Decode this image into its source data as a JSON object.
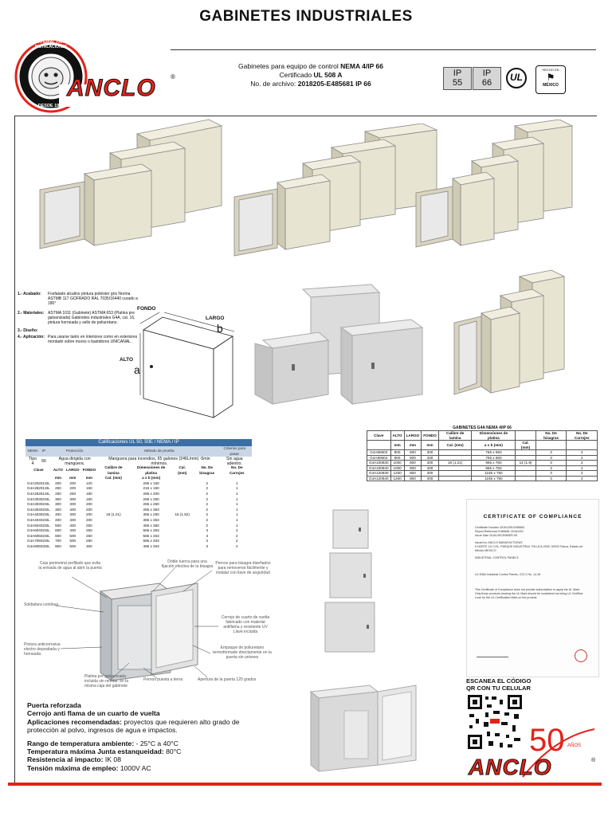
{
  "title": "GABINETES INDUSTRIALES",
  "logo": {
    "ring_top": "MATERIAL PARA INSTALACIONES",
    "ring_bottom": "DESDE 1970",
    "brand": "ANCLO",
    "reg": "®"
  },
  "header": {
    "line1_a": "Gabinetes para equipo de control ",
    "line1_b": "NEMA 4/IP 66",
    "line2_a": "Certificado ",
    "line2_b": "UL 508 A",
    "line3_a": "No. de archivo: ",
    "line3_b": "2018205-E485681 IP 66"
  },
  "badges": {
    "ip55_top": "IP",
    "ip55_bottom": "55",
    "ip66_top": "IP",
    "ip66_bottom": "66",
    "ul": "UL",
    "mexico": "MÉXICO",
    "hecho": "HECHO EN"
  },
  "specs": [
    {
      "label": "1.- Acabado:",
      "text": "Fosfatado alcalino pintura poliéster gris Norma ASTMB 117 GOFRADO RAL 7035/16440 curado a 180°"
    },
    {
      "label": "2.- Materiales:",
      "text": "ASTMA 1011 (Gabinete) ASTMA 653 (Platina pre galvanizada) Gabinetes industriales G4A, cal. 16, pintura horneada y sello de poliuretano."
    },
    {
      "label": "3.- Diseño:",
      "text": ""
    },
    {
      "label": "4.- Aplicación:",
      "text": "Para usarse tanto en interiores como en exteriores montado sobre muros o bastidores UNICANAL."
    }
  ],
  "diagram": {
    "fondo": "FONDO",
    "largo": "LARGO",
    "b": "b",
    "alto": "ALTO",
    "a": "a"
  },
  "table1": {
    "caption": "Calificaciones UL 50, 50E / NEMA / IP",
    "sub_headers": [
      "NEMA",
      "IP",
      "Protección",
      "Método de prueba",
      "Criterios para pasar"
    ],
    "sub_row": [
      "Tipo 4",
      "66",
      "Agua dirigida con manguera.",
      "Manguera para incendios, 65 galones (246L/min) -5min mínimos.",
      "Sin agua adentro."
    ],
    "headers": [
      "Clave",
      "ALTO",
      "LARGO",
      "FONDO",
      "Calibre de lamina",
      "Dimensiones de platina",
      "Cal. (mm)",
      "No. De bisagras",
      "No. De Carrojes"
    ],
    "units": [
      "",
      "mm",
      "mm",
      "mm",
      "Cal. (mm)",
      "a x b (mm)",
      "",
      "",
      ""
    ],
    "rows": [
      [
        "G4A20201SIL",
        "200",
        "200",
        "120",
        "",
        "265 x 150",
        "",
        "2",
        "1"
      ],
      [
        "G4A25201SIL",
        "250",
        "200",
        "150",
        "",
        "215 x 150",
        "",
        "2",
        "1"
      ],
      [
        "G4A25251SIL",
        "250",
        "250",
        "150",
        "",
        "265 x 200",
        "",
        "2",
        "1"
      ],
      [
        "G4A30302SIL",
        "300",
        "300",
        "160",
        "",
        "265 x 250",
        "",
        "2",
        "1"
      ],
      [
        "G4A30302SIL",
        "300",
        "300",
        "200",
        "",
        "265 x 250",
        "",
        "2",
        "1"
      ],
      [
        "G4A30402SIL",
        "300",
        "400",
        "200",
        "",
        "265 x 353",
        "",
        "2",
        "1"
      ],
      [
        "G4A40302SIL",
        "400",
        "300",
        "200",
        "18 (1.21)",
        "365 x 250",
        "16 (1.52)",
        "2",
        "1"
      ],
      [
        "G4A40402SIL",
        "400",
        "400",
        "200",
        "",
        "365 x 353",
        "",
        "2",
        "1"
      ],
      [
        "G4A50402SIL",
        "500",
        "400",
        "250",
        "",
        "465 x 350",
        "",
        "2",
        "1"
      ],
      [
        "G4A60402SIL",
        "600",
        "400",
        "250",
        "",
        "565 x 353",
        "",
        "3",
        "2"
      ],
      [
        "G4A60502SIL",
        "600",
        "500",
        "250",
        "",
        "565 x 453",
        "",
        "3",
        "2"
      ],
      [
        "G4A70502SIL",
        "700",
        "500",
        "250",
        "",
        "665 x 453",
        "",
        "3",
        "2"
      ],
      [
        "G4A80503SIL",
        "800",
        "500",
        "300",
        "",
        "465 x 453",
        "",
        "3",
        "2"
      ]
    ]
  },
  "table2": {
    "caption": "GABINETES G4A NEMA 4/IP 66",
    "headers": [
      "Clave",
      "ALTO",
      "LARGO",
      "FONDO",
      "Calibre de lamina",
      "Dimensiones de platina",
      "",
      "No. De bisagras",
      "No. De Carrojes"
    ],
    "units": [
      "",
      "mm",
      "mm",
      "mm",
      "Cal. (mm)",
      "a x b (mm)",
      "Cal. (mm)",
      "",
      ""
    ],
    "rows": [
      [
        "G4A80603",
        "800",
        "600",
        "300",
        "",
        "765 x 550",
        "",
        "3",
        "2"
      ],
      [
        "G4A80604",
        "800",
        "600",
        "400",
        "",
        "765 x 550",
        "",
        "3",
        "2"
      ],
      [
        "G4A100830",
        "1000",
        "800",
        "300",
        "18 (1.21)",
        "965 x 750",
        "14 (1.9)",
        "3",
        "2"
      ],
      [
        "G4A100840",
        "1000",
        "800",
        "400",
        "",
        "965 x 750",
        "",
        "3",
        "2"
      ],
      [
        "G4A120830",
        "1200",
        "800",
        "300",
        "",
        "1165 x 750",
        "",
        "3",
        "2"
      ],
      [
        "G4A120840",
        "1200",
        "800",
        "400",
        "",
        "1165 x 750",
        "",
        "3",
        "2"
      ]
    ]
  },
  "callouts": {
    "c1": "Ceja perimetral perfilado que evita la entrada de agua al abrir la puerta",
    "c2": "Doble tuerca para una fijación efectiva de la bisagra",
    "c3": "Pernos para bisagra diseñados para removerse fácilmente y instalar con llave de seguridad",
    "c4": "Soldadura continua",
    "c5": "Cerrojo de cuarto de vuelta fabricado con material antiflama y resistente UV Llave incluida",
    "c6": "Pintura anticorrosiva electro depositada y horneada",
    "c7": "Empaque de poliuretano termoformado directamente en la puerta sin uniones",
    "c8": "Platina pre galvanizada incluida sin montar, en la misma caja del gabinete",
    "c9": "Pernos puesta a tierra",
    "c10": "Apertura de la puerta 120 grados"
  },
  "features": {
    "l1": "Puerta reforzada",
    "l2": "Cerrojo anti flama de un cuarto de vuelta",
    "l3a": "Aplicaciones recomendadas:",
    "l3b": " proyectos que requieren alto grado de protección al polvo, ingresos de agua e impactos.",
    "t1a": "Rango de temperatura ambiente:",
    "t1b": " - 25°C a 40°C",
    "t2a": "Temperatura máxima Junta estanqueidad:",
    "t2b": " 80°C",
    "t3a": "Resistencia al impacto:",
    "t3b": " IK 08",
    "t4a": "Tensión máxima de empleo:",
    "t4b": " 1000V AC"
  },
  "certificate": {
    "title": "CERTIFICATE OF COMPLIANCE",
    "f1": "Certificate Number  20181205-E485681",
    "f2": "Report Reference  E485681-20181201",
    "f3": "Issue Date  2018-DECEMBER-05",
    "issued_to": "Issued to:  ANCLO MANUFACTURAS",
    "addr": "6 NORTE 111 COL. PARQUE INDUSTRIAL TOLUCA 2000, 50200 Toluca, Estado de México MEXICO",
    "rep": "INDUSTRIAL CONTROL PANELS",
    "std": "UL 508A Industrial Control Panels, C22.2 No. 14-18",
    "note1": "This Certificate of Compliance does not provide authorization to apply the UL Mark.",
    "note2": "Only those products bearing the UL Mark should be considered as being UL Certified.",
    "note3": "Look for the UL Certification Mark on the product."
  },
  "qr": {
    "line1": "ESCANEA EL CÓDIGO",
    "line2": "QR CON TU CELULAR"
  },
  "anniv": {
    "num": "50",
    "años": "AÑOS",
    "brand": "ANCLO",
    "reg": "®"
  },
  "colors": {
    "red": "#e2231a",
    "table_header": "#3a6ea5",
    "cabinet": "#e8e4d2"
  }
}
